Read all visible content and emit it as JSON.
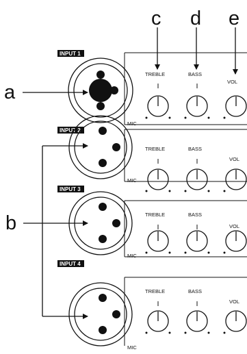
{
  "callouts": {
    "a": "a",
    "b": "b",
    "c": "c",
    "d": "d",
    "e": "e"
  },
  "inputs": [
    {
      "tag": "INPUT 1",
      "treble": "TREBLE",
      "bass": "BASS",
      "vol": "VOL",
      "mic": "MIC",
      "jack": "combo"
    },
    {
      "tag": "INPUT 2",
      "treble": "TREBLE",
      "bass": "BASS",
      "vol": "VOL",
      "mic": "MIC",
      "jack": "xlr"
    },
    {
      "tag": "INPUT 3",
      "treble": "TREBLE",
      "bass": "BASS",
      "vol": "VOL",
      "mic": "MIC",
      "jack": "xlr"
    },
    {
      "tag": "INPUT 4",
      "treble": "TREBLE",
      "bass": "BASS",
      "vol": "VOL",
      "mic": "MIC",
      "jack": "xlr"
    }
  ],
  "colors": {
    "ink": "#111111",
    "tag_bg": "#111111",
    "tag_fg": "#ffffff",
    "background": "#ffffff"
  }
}
